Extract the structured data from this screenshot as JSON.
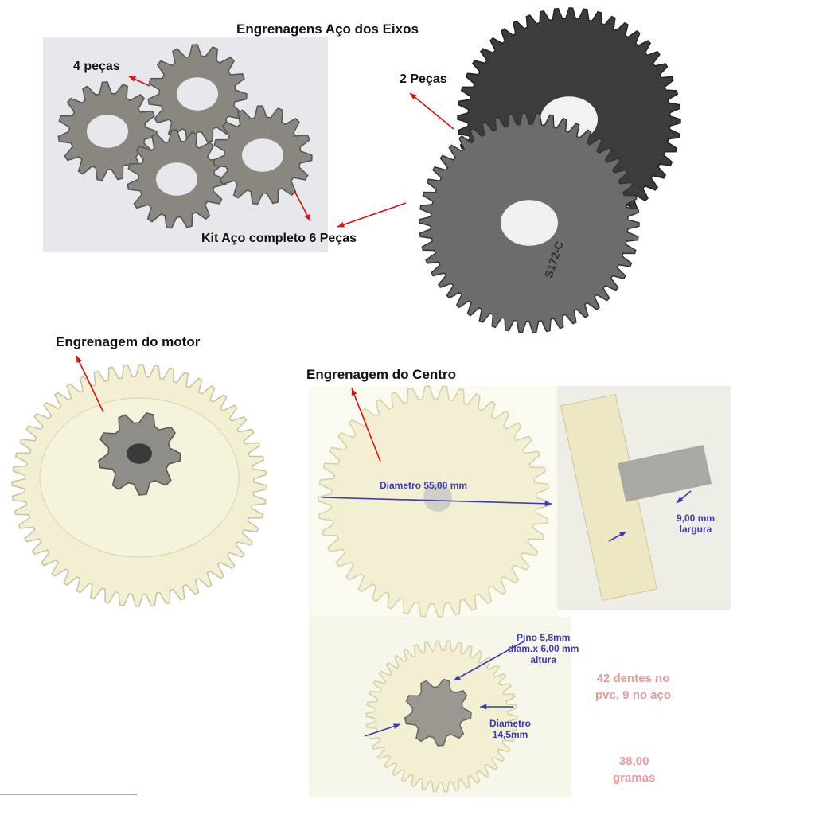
{
  "title": "Engrenagens Aço dos Eixos",
  "labels": {
    "four_pieces": "4 peças",
    "kit": "Kit Aço completo 6 Peças",
    "two_pieces": "2 Peças",
    "motor_gear": "Engrenagem do motor",
    "center_gear": "Engrenagem do Centro"
  },
  "annotations": {
    "diameter_55": "Diametro 55,00 mm",
    "width_value": "9,00 mm",
    "width_label": "largura",
    "pin_line1": "Pino 5,8mm",
    "pin_line2": "diam.x 6,00 mm",
    "pin_line3": "altura",
    "diameter_small_1": "Diametro",
    "diameter_small_2": "14,5mm",
    "teeth_line1": "42 dentes no",
    "teeth_line2": "pvc, 9 no aço",
    "weight_line1": "38,00",
    "weight_line2": "gramas",
    "engraving": "S172-C"
  },
  "colors": {
    "arrow_red": "#e01010",
    "annotation_blue": "#3a3ab8",
    "annotation_pink": "#e89a9a",
    "steel_dark": "#3c3c3c",
    "steel": "#7a7a78",
    "nylon_cream": "#f3efd2"
  }
}
